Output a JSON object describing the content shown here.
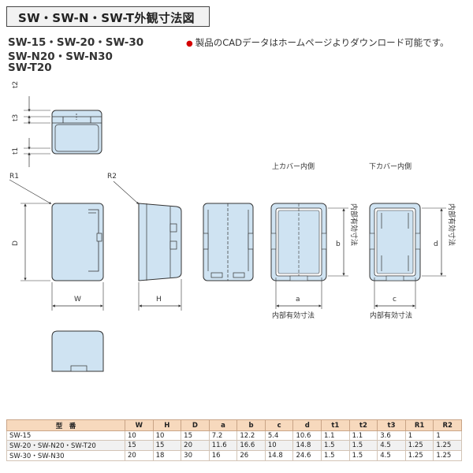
{
  "title": "SW・SW-N・SW-T外観寸法図",
  "models": [
    "SW-15・SW-20・SW-30",
    "SW-N20・SW-N30",
    "SW-T20"
  ],
  "note": "製品のCADデータはホームページよりダウンロード可能です。",
  "colors": {
    "box_fill": "#cfe3f2",
    "line": "#333333",
    "note_bullet": "#d40000",
    "table_header": "#f7d9bd"
  },
  "labels": {
    "t2": "t2",
    "t3": "t3",
    "t1": "t1",
    "r1": "R1",
    "r2": "R2",
    "d_cap": "D",
    "w": "W",
    "h": "H",
    "a": "a",
    "b": "b",
    "c": "c",
    "d": "d",
    "upper_inner": "上カバー内側",
    "lower_inner": "下カバー内側",
    "effective": "内部有効寸法",
    "effective_v": "内部有効寸法"
  },
  "table": {
    "headers": [
      "型　番",
      "W",
      "H",
      "D",
      "a",
      "b",
      "c",
      "d",
      "t1",
      "t2",
      "t3",
      "R1",
      "R2"
    ],
    "rows": [
      [
        "SW-15",
        "10",
        "10",
        "15",
        "7.2",
        "12.2",
        "5.4",
        "10.6",
        "1.1",
        "1.1",
        "3.6",
        "1",
        "1"
      ],
      [
        "SW-20・SW-N20・SW-T20",
        "15",
        "15",
        "20",
        "11.6",
        "16.6",
        "10",
        "14.8",
        "1.5",
        "1.5",
        "4.5",
        "1.25",
        "1.25"
      ],
      [
        "SW-30・SW-N30",
        "20",
        "18",
        "30",
        "16",
        "26",
        "14.8",
        "24.6",
        "1.5",
        "1.5",
        "4.5",
        "1.25",
        "1.25"
      ]
    ]
  }
}
